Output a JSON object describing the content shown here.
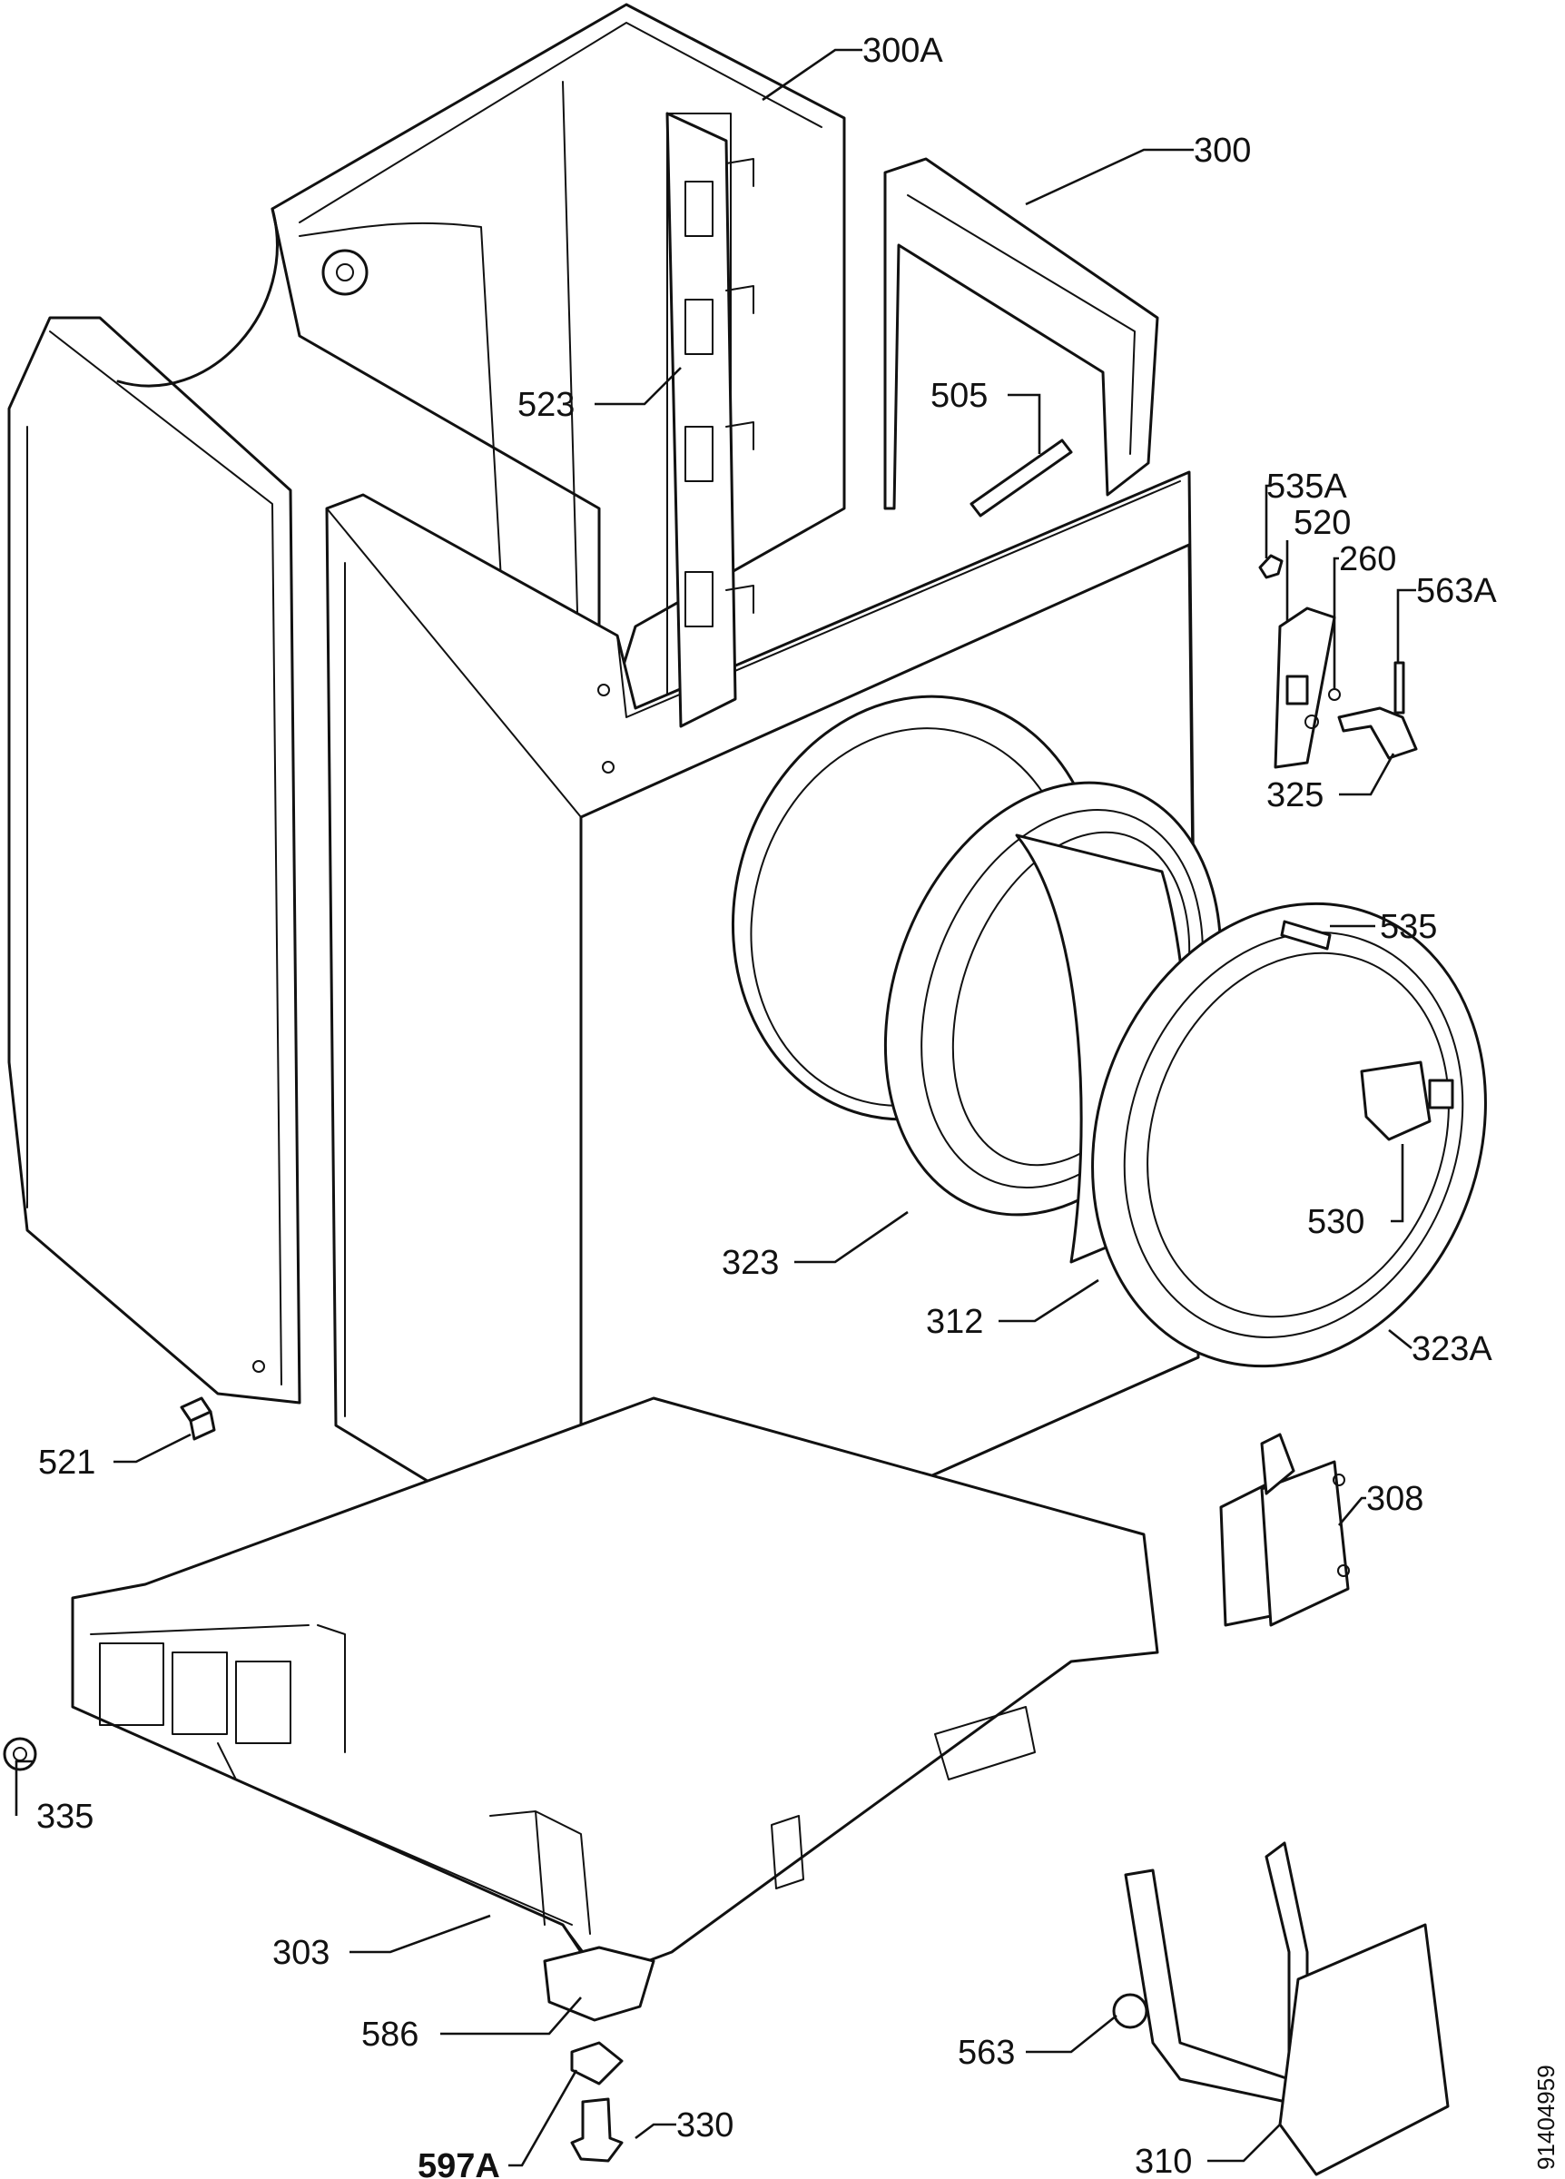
{
  "labels": {
    "p300A": "300A",
    "p300": "300",
    "p523": "523",
    "p505": "505",
    "p535A": "535A",
    "p520": "520",
    "p260": "260",
    "p563A": "563A",
    "p325": "325",
    "p535": "535",
    "p530": "530",
    "p323": "323",
    "p312": "312",
    "p323A": "323A",
    "p521": "521",
    "p308": "308",
    "p335": "335",
    "p303": "303",
    "p586": "586",
    "p563": "563",
    "p597A": "597A",
    "p330": "330",
    "p310": "310"
  },
  "document_id": "91404959"
}
